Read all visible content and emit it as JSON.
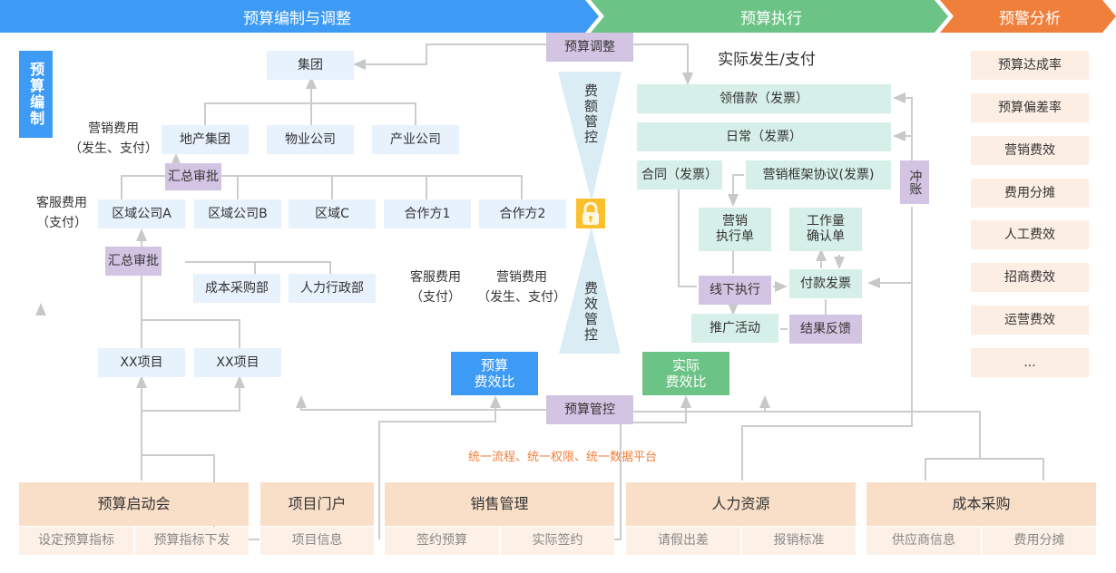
{
  "header": {
    "stages": [
      {
        "label": "预算编制与调整",
        "color": "#3d9bf6"
      },
      {
        "label": "预算执行",
        "color": "#6cc386"
      },
      {
        "label": "预警分析",
        "color": "#f07f3c"
      }
    ]
  },
  "compile": {
    "side_label": "预算编制",
    "group": "集团",
    "level2": [
      "地产集团",
      "物业公司",
      "产业公司"
    ],
    "marketing_note": "营销费用\n（发生、支付）",
    "approval_1": "汇总审批",
    "level3": [
      "区域公司A",
      "区域公司B",
      "区域C",
      "合作方1",
      "合作方2"
    ],
    "service_note": "客服费用\n（支付）",
    "approval_2": "汇总审批",
    "departments": [
      "成本采购部",
      "人力行政部"
    ],
    "projects": [
      "XX项目",
      "XX项目"
    ],
    "mid_notes": [
      "客服费用\n（支付）",
      "营销费用\n（发生、支付）"
    ]
  },
  "center": {
    "budget_adjust": "预算调整",
    "amount_control": "费额管控",
    "efficiency_control": "费效管控",
    "lock_icon": "lock-icon",
    "budget_ratio": "预算\n费效比",
    "actual_ratio": "实际\n费效比",
    "budget_control": "预算管控",
    "unified": "统一流程、统一权限、统一数据平台"
  },
  "execution": {
    "title": "实际发生/支付",
    "loan": "领借款（发票）",
    "daily": "日常（发票）",
    "contract": "合同（发票）",
    "framework": "营销框架协议(发票)",
    "offset": "冲账",
    "marketing_order": "营销\n执行单",
    "workload": "工作量\n确认单",
    "offline": "线下执行",
    "payment_invoice": "付款发票",
    "promotion": "推广活动",
    "feedback": "结果反馈"
  },
  "alerts": {
    "items": [
      "预算达成率",
      "预算偏差率",
      "营销费效",
      "费用分摊",
      "人工费效",
      "招商费效",
      "运营费效",
      "..."
    ]
  },
  "bottom": {
    "modules": [
      {
        "title": "预算启动会",
        "subs": [
          "设定预算指标",
          "预算指标下发"
        ]
      },
      {
        "title": "项目门户",
        "subs": [
          "项目信息"
        ]
      },
      {
        "title": "销售管理",
        "subs": [
          "签约预算",
          "实际签约"
        ]
      },
      {
        "title": "人力资源",
        "subs": [
          "请假出差",
          "报销标准"
        ]
      },
      {
        "title": "成本采购",
        "subs": [
          "供应商信息",
          "费用分摊"
        ]
      }
    ]
  }
}
